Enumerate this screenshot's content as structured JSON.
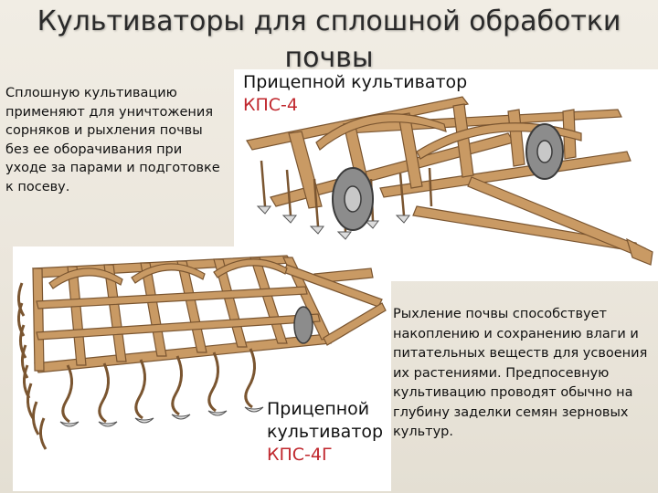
{
  "slide": {
    "title": "Культиваторы для сплошной обработки почвы",
    "intro_text": "Сплошную культивацию применяют для уничтожения сорняков и рыхления почвы без ее оборачивания при уходе за парами и подготовке к посеву.",
    "top_caption": {
      "name": "Прицепной культиватор",
      "model": "КПС-4"
    },
    "bottom_caption": {
      "name_line1": "Прицепной",
      "name_line2": "культиватор",
      "model": "КПС-4Г"
    },
    "bottom_text": "Рыхление почвы способствует накоплению и сохранению влаги и питательных веществ для усвоения их растениями. Предпосевную культивацию проводят обычно на глубину заделки семян зерновых культур.",
    "colors": {
      "frame": "#c99a64",
      "frame_dark": "#7a5530",
      "model_red": "#c0272d",
      "wheel": "#8c8c8c"
    },
    "illustrations": [
      {
        "icon": "cultivator-kps4-illustration"
      },
      {
        "icon": "cultivator-kps4g-illustration"
      }
    ]
  }
}
